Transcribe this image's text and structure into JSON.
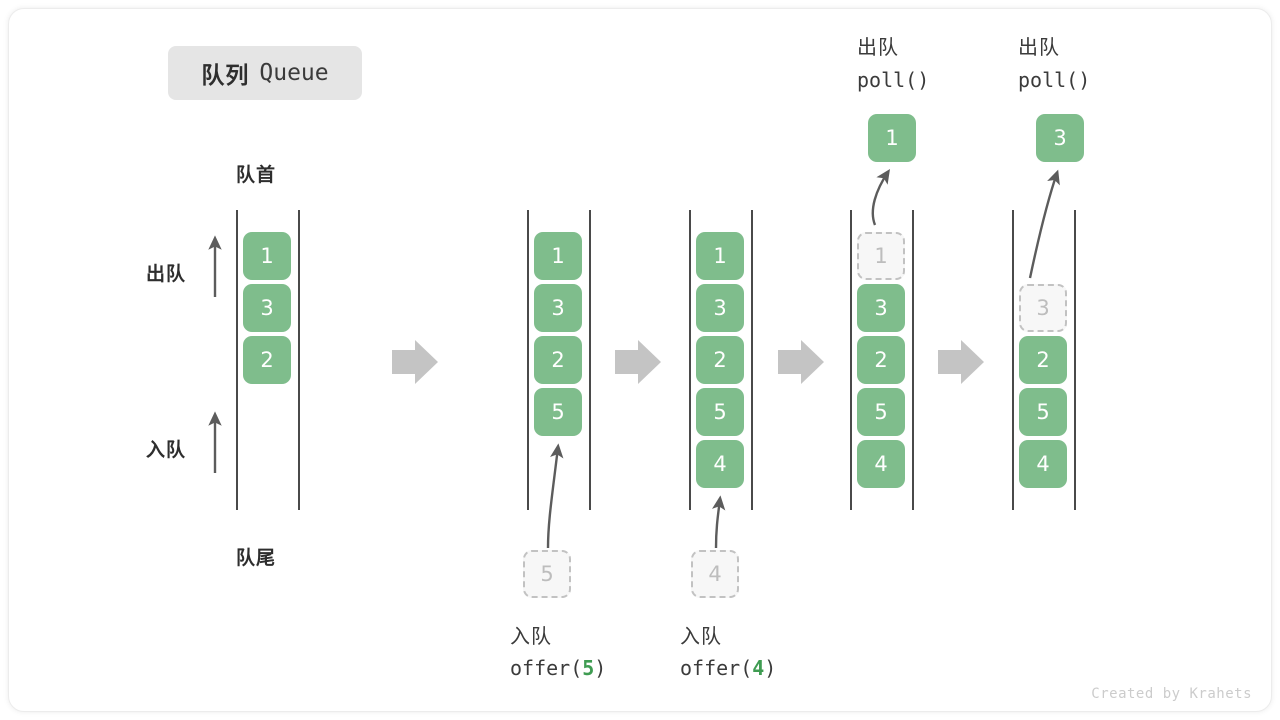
{
  "title": {
    "cn": "队列",
    "en": "Queue"
  },
  "labels": {
    "head": "队首",
    "tail": "队尾",
    "dequeue": "出队",
    "enqueue": "入队"
  },
  "watermark": "Created by Krahets",
  "colors": {
    "element_fill": "#7fbd8c",
    "element_text": "#ffffff",
    "ghost_fill": "#f7f7f7",
    "ghost_border": "#c2c2c2",
    "ghost_text": "#bdbdbd",
    "rail": "#4a4a4a",
    "transition_arrow": "#c4c4c4",
    "badge_bg": "#e5e5e5",
    "accent_code": "#3f9c52"
  },
  "stages": [
    {
      "id": "stage-initial",
      "caption_cn": "",
      "caption_code": "",
      "slots": [
        {
          "value": "1",
          "state": "filled"
        },
        {
          "value": "3",
          "state": "filled"
        },
        {
          "value": "2",
          "state": "filled"
        },
        {
          "value": "",
          "state": "empty"
        },
        {
          "value": "",
          "state": "empty"
        }
      ],
      "incoming": null,
      "result": null
    },
    {
      "id": "stage-offer-5",
      "caption_cn": "入队",
      "caption_code": "offer(5)",
      "caption_arg": "5",
      "slots": [
        {
          "value": "1",
          "state": "filled"
        },
        {
          "value": "3",
          "state": "filled"
        },
        {
          "value": "2",
          "state": "filled"
        },
        {
          "value": "5",
          "state": "filled"
        },
        {
          "value": "",
          "state": "empty"
        }
      ],
      "incoming": {
        "value": "5",
        "state": "ghost"
      },
      "result": null
    },
    {
      "id": "stage-offer-4",
      "caption_cn": "入队",
      "caption_code": "offer(4)",
      "caption_arg": "4",
      "slots": [
        {
          "value": "1",
          "state": "filled"
        },
        {
          "value": "3",
          "state": "filled"
        },
        {
          "value": "2",
          "state": "filled"
        },
        {
          "value": "5",
          "state": "filled"
        },
        {
          "value": "4",
          "state": "filled"
        }
      ],
      "incoming": {
        "value": "4",
        "state": "ghost"
      },
      "result": null
    },
    {
      "id": "stage-poll-1",
      "caption_cn": "出队",
      "caption_code": "poll()",
      "slots": [
        {
          "value": "1",
          "state": "ghost"
        },
        {
          "value": "3",
          "state": "filled"
        },
        {
          "value": "2",
          "state": "filled"
        },
        {
          "value": "5",
          "state": "filled"
        },
        {
          "value": "4",
          "state": "filled"
        }
      ],
      "incoming": null,
      "result": {
        "value": "1",
        "state": "filled"
      }
    },
    {
      "id": "stage-poll-3",
      "caption_cn": "出队",
      "caption_code": "poll()",
      "slots": [
        {
          "value": "",
          "state": "empty"
        },
        {
          "value": "3",
          "state": "ghost"
        },
        {
          "value": "2",
          "state": "filled"
        },
        {
          "value": "5",
          "state": "filled"
        },
        {
          "value": "4",
          "state": "filled"
        }
      ],
      "incoming": null,
      "result": {
        "value": "3",
        "state": "filled"
      }
    }
  ]
}
